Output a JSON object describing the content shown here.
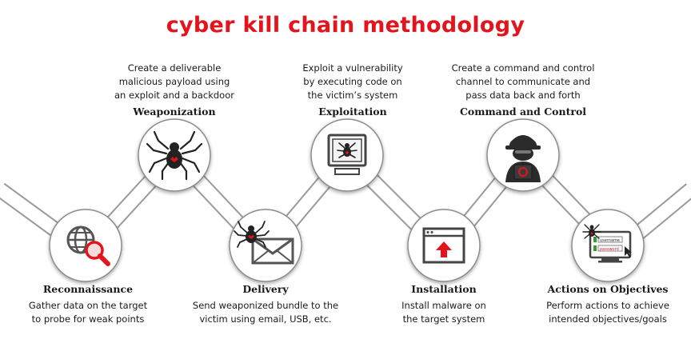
{
  "title": "cyber kill chain methodology",
  "steps": [
    {
      "name": "Reconnaissance",
      "icon": "globe-magnifier-icon",
      "desc": [
        "Gather data on the target",
        "to probe for weak points"
      ]
    },
    {
      "name": "Weaponization",
      "icon": "spider-icon",
      "desc": [
        "Create a deliverable",
        "malicious payload using",
        "an exploit and a backdoor"
      ]
    },
    {
      "name": "Delivery",
      "icon": "spider-envelope-icon",
      "desc": [
        "Send weaponized bundle to the",
        "victim using email, USB, etc."
      ]
    },
    {
      "name": "Exploitation",
      "icon": "infected-computer-icon",
      "desc": [
        "Exploit a vulnerability",
        "by executing code on",
        "the victim’s system"
      ]
    },
    {
      "name": "Installation",
      "icon": "browser-upload-icon",
      "desc": [
        "Install malware on",
        "the target system"
      ]
    },
    {
      "name": "Command and Control",
      "icon": "hacker-icon",
      "desc": [
        "Create a command and control",
        "channel to communicate and",
        "pass data back and forth"
      ]
    },
    {
      "name": "Actions on Objectives",
      "icon": "stolen-credentials-icon",
      "desc": [
        "Perform actions to achieve",
        "intended objectives/goals"
      ]
    }
  ],
  "credentials": {
    "username": "username",
    "password": "password"
  },
  "colors": {
    "title": "#e3141c",
    "band": "#ffffff",
    "band_edge": "#9a9a9a",
    "icon_dark": "#2b2b2b",
    "accent": "#e3141c"
  }
}
